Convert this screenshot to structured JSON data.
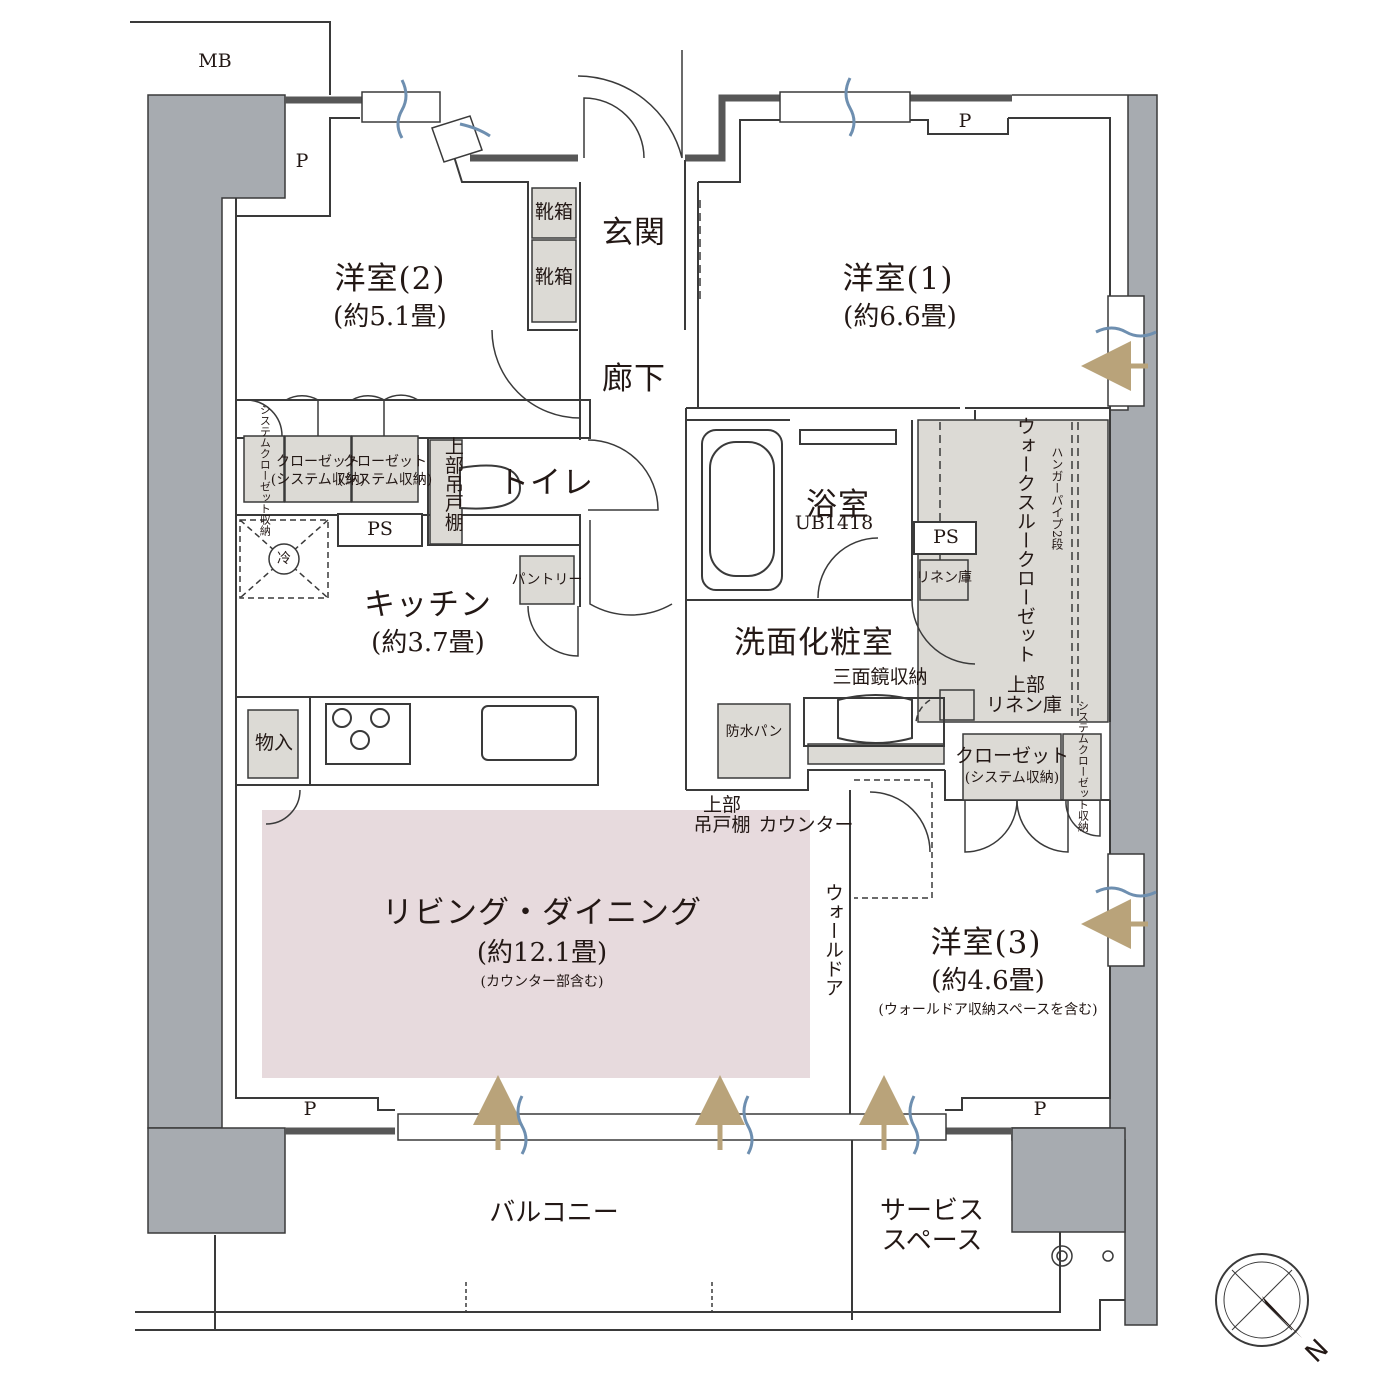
{
  "labels": {
    "mb": "MB",
    "p": "P",
    "entrance": "玄関",
    "shoe_box": "靴箱",
    "corridor": "廊下",
    "toilet": "トイレ",
    "upper_shelf_vertical": "上部吊戸棚",
    "ps": "PS",
    "fridge": "冷",
    "pantry": "パントリー",
    "closet_system": "クローゼット",
    "closet_system_sub": "(システム収納)",
    "system_closet_vertical": "システムクローゼット収納",
    "bath_name": "浴室",
    "bath_model": "UB1418",
    "hanger_pipe": "ハンガーパイプ2段",
    "wic": "ウォークスルークローゼット",
    "linen": "リネン庫",
    "washroom": "洗面化粧室",
    "mirror_storage": "三面鏡収納",
    "upper_linen_1": "上部",
    "upper_linen_2": "リネン庫",
    "waterproof_pan": "防水パン",
    "upper_cabinet_1": "上部",
    "upper_cabinet_2": "吊戸棚",
    "counter": "カウンター",
    "storage": "物入",
    "wall_door": "ウォールドア",
    "balcony": "バルコニー",
    "service_space_1": "サービス",
    "service_space_2": "スペース",
    "compass_n": "N"
  },
  "rooms": {
    "western2": {
      "name": "洋室(2)",
      "area": "(約5.1畳)"
    },
    "western1": {
      "name": "洋室(1)",
      "area": "(約6.6畳)"
    },
    "kitchen": {
      "name": "キッチン",
      "area": "(約3.7畳)"
    },
    "living": {
      "name": "リビング・ダイニング",
      "area": "(約12.1畳)",
      "note": "(カウンター部含む)"
    },
    "western3": {
      "name": "洋室(3)",
      "area": "(約4.6畳)",
      "note": "(ウォールドア収納スペースを含む)"
    }
  },
  "colors": {
    "column": "#a7abb0",
    "wall": "#575757",
    "line": "#3a3a3a",
    "storage_fill": "#dcdad5",
    "living_highlight": "#e7dadd",
    "breeze_blue": "#6e8fb0",
    "light_gold": "#b9a37a"
  }
}
